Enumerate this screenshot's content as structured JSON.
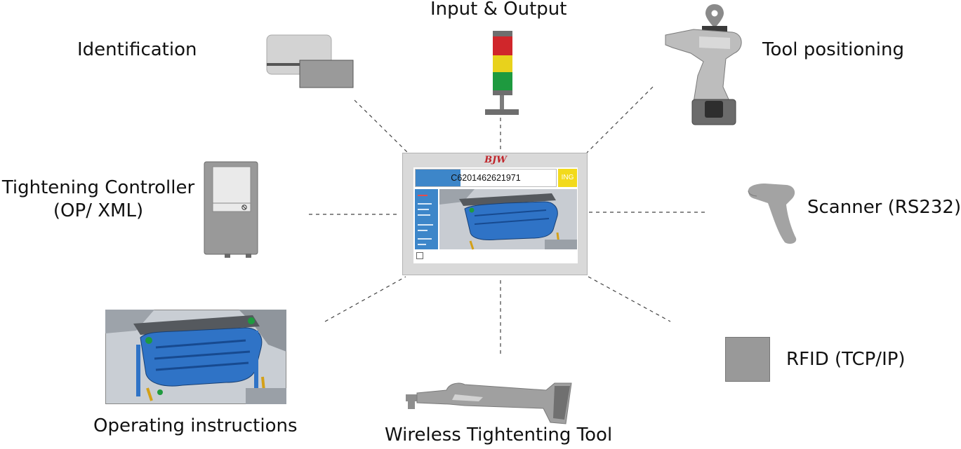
{
  "labels": {
    "identification": "Identification",
    "input_output": "Input & Output",
    "tool_positioning": "Tool positioning",
    "tightening_controller_line1": "Tightening Controller",
    "tightening_controller_line2": "(OP/ XML)",
    "scanner": "Scanner (RS232)",
    "operating_instructions": "Operating instructions",
    "wireless_tool": "Wireless Tightenting Tool",
    "rfid": "RFID (TCP/IP)"
  },
  "center_display": {
    "brand": "BJW",
    "vin": "C6201462621971",
    "status": "ING"
  },
  "colors": {
    "light_red": "#d0262b",
    "light_yellow": "#e8d21c",
    "light_green": "#1e9a3f",
    "device_gray": "#9b9b9b",
    "screen_blue": "#3d86c9",
    "engine_blue": "#2f73c6"
  },
  "icons": [
    "card-reader-icon",
    "signal-tower-icon",
    "location-pin-icon",
    "cordless-screwdriver-icon",
    "controller-cabinet-icon",
    "barcode-scanner-icon",
    "rfid-reader-icon",
    "angle-wrench-icon",
    "engine-instruction-image"
  ]
}
